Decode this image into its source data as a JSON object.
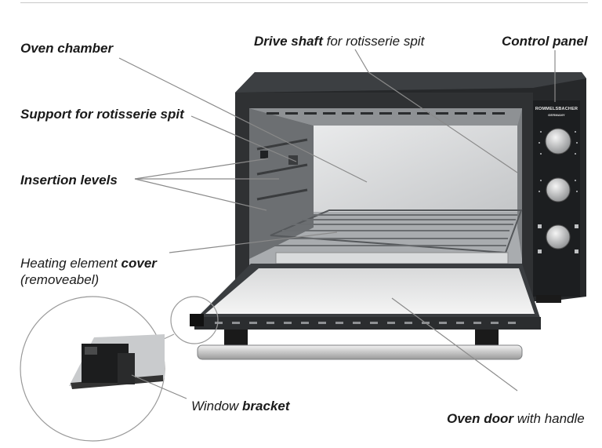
{
  "labels": {
    "oven_chamber": "Oven chamber",
    "drive_shaft_bold": "Drive shaft",
    "drive_shaft_rest": " for rotisserie spit",
    "control_panel": "Control panel",
    "support_spit": "Support for rotisserie spit",
    "insertion_levels": "Insertion levels",
    "heating_line1_pre": "Heating element ",
    "heating_line1_bold": "cover",
    "heating_line2": "(removeabel)",
    "window_pre": "Window ",
    "window_bold": "bracket",
    "oven_door_bold": "Oven door",
    "oven_door_rest": " with handle"
  },
  "brand": {
    "name": "ROMMELSBACHER",
    "sub": "GERMANY"
  },
  "colors": {
    "oven_body": "#2f3133",
    "chamber": "#cfd1d3",
    "leader_line": "#8a8a8a",
    "text": "#1a1a1a"
  }
}
